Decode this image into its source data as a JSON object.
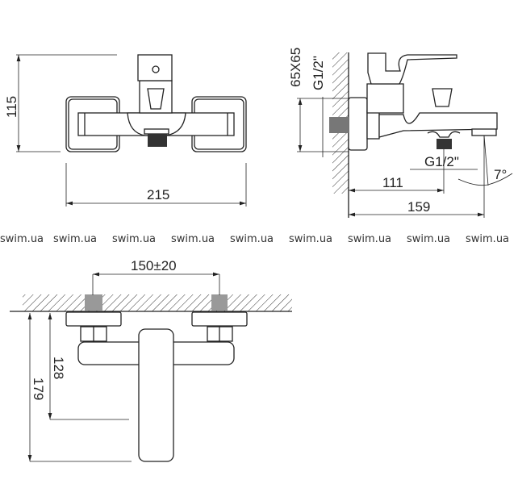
{
  "front_view": {
    "height_label": "115",
    "width_label": "215"
  },
  "side_view": {
    "escutcheon_label": "65X65",
    "inlet_thread_label": "G1/2\"",
    "outlet_thread_label": "G1/2\"",
    "outlet_distance_label": "111",
    "spout_length_label": "159",
    "angle_label": "7°"
  },
  "watermarks": [
    "swim.ua",
    "swim.ua",
    "swim.ua",
    "swim.ua",
    "swim.ua",
    "swim.ua",
    "swim.ua",
    "swim.ua",
    "swim.ua"
  ],
  "top_view": {
    "center_distance_label": "150±20",
    "handle_depth_label": "128",
    "total_depth_label": "179"
  }
}
